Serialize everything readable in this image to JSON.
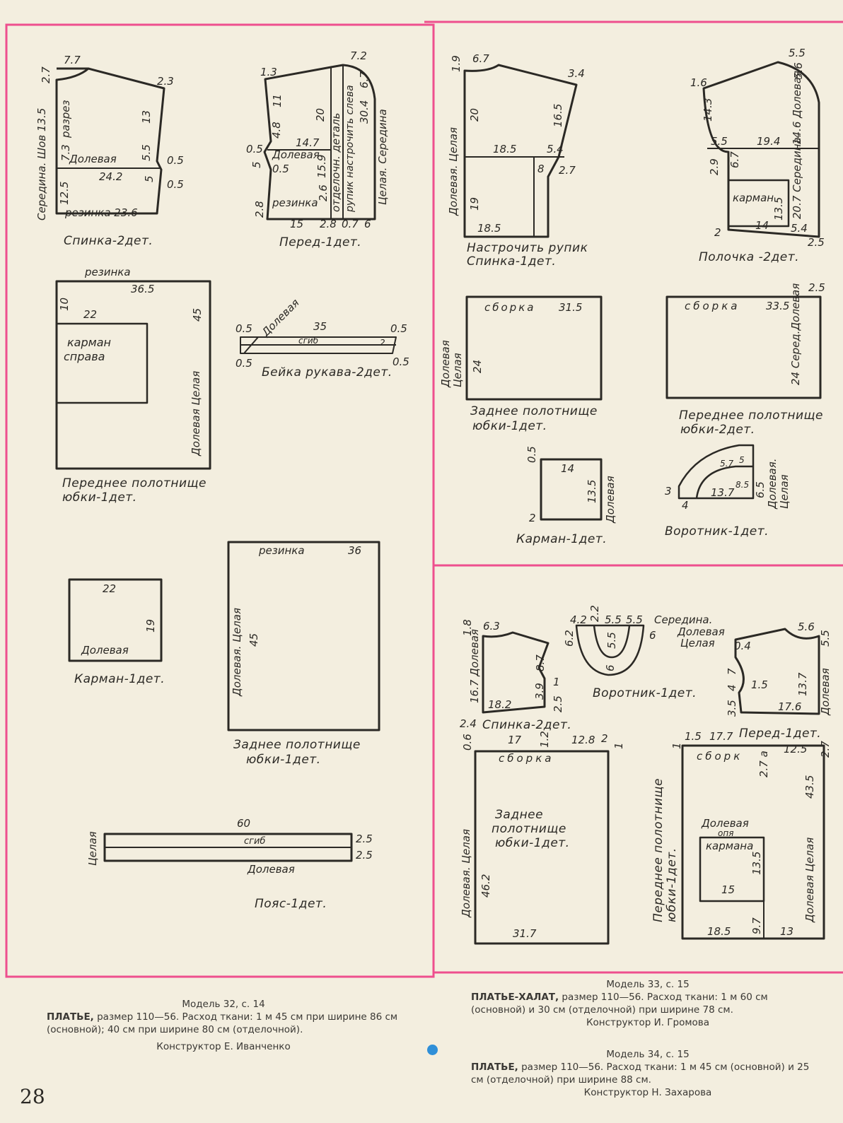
{
  "colors": {
    "frame": "#ee4f8e",
    "ink": "#2b2925",
    "paper": "#f3eedf",
    "dot": "#2f8fd8"
  },
  "page_number": "28",
  "m32": {
    "spinka": {
      "title": "Спинка-2дет.",
      "labels": [
        "7.7",
        "2.7",
        "2.3",
        "13",
        "Середина. Шов 13.5",
        "разрез",
        "7.3",
        "Долевая",
        "5.5",
        "0.5",
        "24.2",
        "5",
        "0.5",
        "12.5",
        "резинка 23.6"
      ]
    },
    "pered": {
      "title": "Перед-1дет.",
      "labels": [
        "1.3",
        "11",
        "20",
        "7.2",
        "6.7",
        "4.8",
        "14.7",
        "0.5",
        "Долевая",
        "5",
        "0.5",
        "15.9",
        "отделочн. деталь",
        "рупик настрочить слева",
        "30.4",
        "Целая. Середина",
        "2.6",
        "резинка",
        "2.8",
        "15",
        "2.8",
        "0.7",
        "6"
      ]
    },
    "skirt_front": {
      "title": "Переднее полотнище",
      "title2": "юбки-1дет.",
      "labels": [
        "резинка",
        "36.5",
        "10",
        "22",
        "45",
        "карман",
        "справа",
        "Долевая Целая"
      ]
    },
    "beika": {
      "title": "Бейка рукава-2дет.",
      "labels": [
        "0.5",
        "Долевая",
        "35",
        "0.5",
        "сгиб",
        "0.5",
        "0.5",
        "2"
      ]
    },
    "pocket": {
      "title": "Карман-1дет.",
      "labels": [
        "22",
        "19",
        "Долевая"
      ]
    },
    "skirt_back": {
      "title": "Заднее полотнище",
      "title2": "юбки-1дет.",
      "labels": [
        "резинка",
        "36",
        "Долевая. Целая",
        "45"
      ]
    },
    "belt": {
      "title": "Пояс-1дет.",
      "labels": [
        "60",
        "сгиб",
        "2.5",
        "2.5",
        "Целая",
        "Долевая"
      ]
    },
    "caption": {
      "model": "Модель 32, с. 14",
      "name": "ПЛАТЬЕ,",
      "text": " размер 110—56. Расход ткани: 1 м 45 см при ширине 86 см (основной); 40 см при ширине 80 см (отделочной).",
      "designer": "Конструктор Е. Иванченко"
    }
  },
  "m33": {
    "spinka": {
      "title": "Спинка-1дет.",
      "note": "Настрочить рупик",
      "labels": [
        "1.9",
        "6.7",
        "3.4",
        "20",
        "16.5",
        "Долевая. Целая",
        "18.5",
        "5.4",
        "8",
        "2.7",
        "19",
        "18.5"
      ]
    },
    "polochka": {
      "title": "Полочка -2дет.",
      "labels": [
        "1.6",
        "14.3",
        "5.5",
        "5.6",
        "14.6 Долевая",
        "5.5",
        "19.4",
        "2.9",
        "6.7",
        "карман",
        "20.7 Середина.",
        "13.5",
        "14",
        "5.4",
        "2",
        "2.5"
      ]
    },
    "skirt_back": {
      "title": "Заднее полотнище",
      "title2": "юбки-1дет.",
      "labels": [
        "сборка",
        "31.5",
        "Долевая Целая",
        "24"
      ]
    },
    "skirt_front": {
      "title": "Переднее полотнище",
      "title2": "юбки-2дет.",
      "labels": [
        "2.5",
        "сборка",
        "33.5",
        "24 Серед.Долевая"
      ]
    },
    "pocket": {
      "title": "Карман-1дет.",
      "labels": [
        "0.5",
        "14",
        "13.5",
        "Долевая",
        "2"
      ]
    },
    "collar": {
      "title": "Воротник-1дет.",
      "labels": [
        "3",
        "4",
        "13.7",
        "5.7",
        "5",
        "8.5",
        "6.5",
        "Долевая. Целая"
      ]
    },
    "caption": {
      "model": "Модель 33, с. 15",
      "name": "ПЛАТЬЕ-ХАЛАТ,",
      "text": " размер 110—56. Расход ткани: 1 м 60 см (основной) и 30 см (отделочной) при ширине 78 см.",
      "designer": "Конструктор И. Громова"
    }
  },
  "m34": {
    "spinka": {
      "title": "Спинка-2дет.",
      "labels": [
        "1.8",
        "6.3",
        "16.7 Долевая",
        "8.7",
        "1",
        "3.9",
        "18.2",
        "2.5",
        "2.4"
      ]
    },
    "collar": {
      "title": "Воротник-1дет.",
      "labels": [
        "4.2",
        "2.2",
        "5.5",
        "5.5",
        "6.2",
        "5.5",
        "6",
        "6",
        "Середина.",
        "Долевая",
        "Целая"
      ]
    },
    "pered": {
      "title": "Перед-1дет.",
      "labels": [
        "5.6",
        "5.5",
        "0.4",
        "7",
        "1.5",
        "13.7",
        "Долевая",
        "17.6",
        "3.5",
        "4"
      ]
    },
    "skirt_back": {
      "title": "Заднее",
      "title2": "полотнище",
      "title3": "юбки-1дет.",
      "labels": [
        "0.6",
        "17",
        "1.2",
        "12.8",
        "2",
        "1",
        "сборка",
        "Долевая. Целая",
        "46.2",
        "31.7"
      ]
    },
    "skirt_front": {
      "title": "Переднее полотнище юбки-1дет.",
      "labels": [
        "1",
        "1.5",
        "17.7",
        "12.5",
        "2.7",
        "сборк",
        "2.7 а",
        "43.5",
        "Долевая",
        "опя",
        "кармана",
        "13.5",
        "15",
        "18.5",
        "9.7",
        "13",
        "Долевая Целая"
      ]
    },
    "caption": {
      "model": "Модель 34, с. 15",
      "name": "ПЛАТЬЕ,",
      "text": " размер 110—56. Расход ткани: 1 м 45 см (основной) и 25 см (отделочной) при ширине 88 см.",
      "designer": "Конструктор Н. Захарова"
    }
  }
}
